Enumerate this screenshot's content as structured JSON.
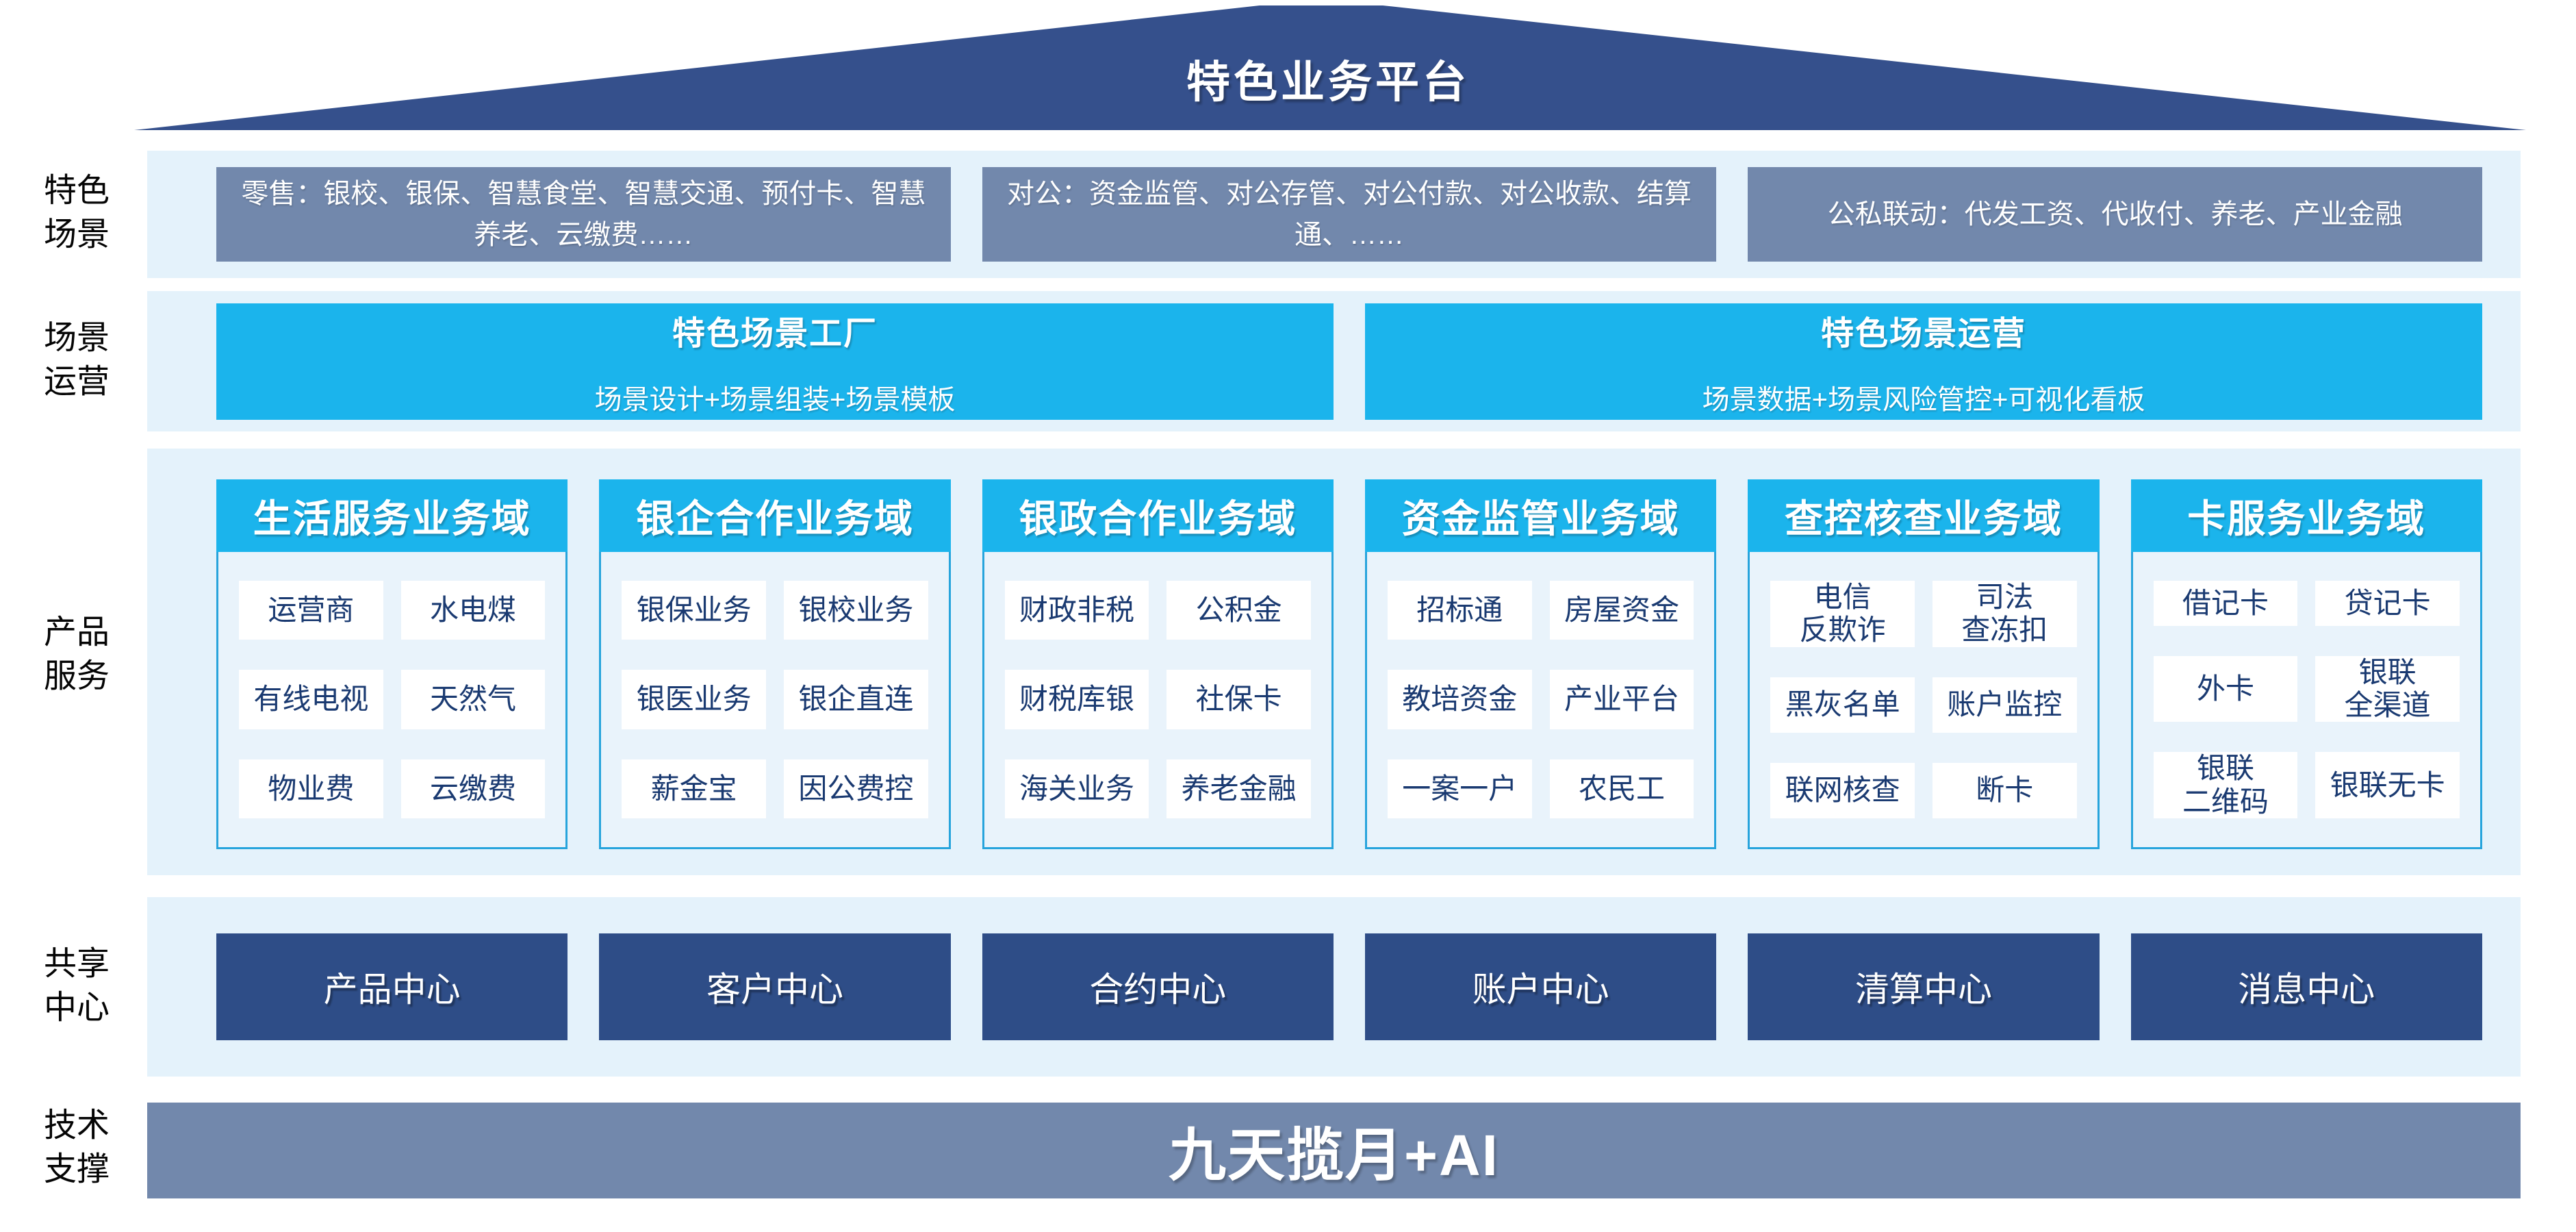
{
  "roof": {
    "title": "特色业务平台"
  },
  "side_labels": [
    {
      "text": "特色\n场景"
    },
    {
      "text": "场景\n运营"
    },
    {
      "text": "产品\n服务"
    },
    {
      "text": "共享\n中心"
    },
    {
      "text": "技术\n支撑"
    }
  ],
  "scene_boxes": [
    "零售：银校、银保、智慧食堂、智慧交通、预付卡、智慧养老、云缴费……",
    "对公：资金监管、对公存管、对公付款、对公收款、结算通、……",
    "公私联动：代发工资、代收付、养老、产业金融"
  ],
  "operation_boxes": [
    {
      "title": "特色场景工厂",
      "subtitle": "场景设计+场景组装+场景模板"
    },
    {
      "title": "特色场景运营",
      "subtitle": "场景数据+场景风险管控+可视化看板"
    }
  ],
  "product_domains": [
    {
      "title": "生活服务业务域",
      "items": [
        "运营商",
        "水电煤",
        "有线电视",
        "天然气",
        "物业费",
        "云缴费"
      ]
    },
    {
      "title": "银企合作业务域",
      "items": [
        "银保业务",
        "银校业务",
        "银医业务",
        "银企直连",
        "薪金宝",
        "因公费控"
      ]
    },
    {
      "title": "银政合作业务域",
      "items": [
        "财政非税",
        "公积金",
        "财税库银",
        "社保卡",
        "海关业务",
        "养老金融"
      ]
    },
    {
      "title": "资金监管业务域",
      "items": [
        "招标通",
        "房屋资金",
        "教培资金",
        "产业平台",
        "一案一户",
        "农民工"
      ]
    },
    {
      "title": "查控核查业务域",
      "items": [
        "电信\n反欺诈",
        "司法\n查冻扣",
        "黑灰名单",
        "账户监控",
        "联网核查",
        "断卡"
      ]
    },
    {
      "title": "卡服务业务域",
      "items": [
        "借记卡",
        "贷记卡",
        "外卡",
        "银联\n全渠道",
        "银联\n二维码",
        "银联无卡"
      ]
    }
  ],
  "shared_centers": [
    "产品中心",
    "客户中心",
    "合约中心",
    "账户中心",
    "清算中心",
    "消息中心"
  ],
  "tech_support": {
    "title": "九天揽月+AI"
  },
  "colors": {
    "roof_navy": "#35508c",
    "cyan": "#1bb4ec",
    "slate_blue": "#7288ac",
    "band_background": "#e4f2fb",
    "panel_background": "#e9f3fb",
    "panel_border": "#27a4dc",
    "center_navy": "#2e4d87",
    "cell_text_navy": "#1a3a71"
  }
}
